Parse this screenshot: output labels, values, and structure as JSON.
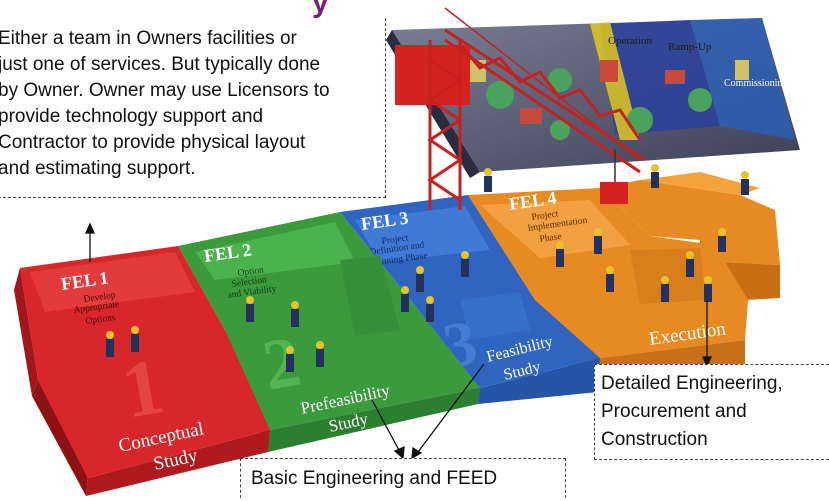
{
  "title_fragment": "y",
  "callouts": {
    "top": [
      "Either a team in Owners facilities or",
      "just one of services. But typically done",
      "by Owner. Owner may use Licensors to",
      "provide technology support and",
      "Contractor to provide physical layout",
      "and estimating support."
    ],
    "right": [
      "Detailed Engineering,",
      "Procurement and",
      "Construction"
    ],
    "bottom": "Basic Engineering and FEED"
  },
  "stages": [
    {
      "fel": "FEL 1",
      "desc": [
        "Develop",
        "Appropriate",
        "Options"
      ],
      "number": "1",
      "phase": [
        "Conceptual",
        "Study"
      ],
      "color": "#d8272b"
    },
    {
      "fel": "FEL 2",
      "desc": [
        "Option",
        "Selection",
        "and Viability"
      ],
      "number": "2",
      "phase": [
        "Prefeasibility",
        "Study"
      ],
      "color": "#3a9a3c"
    },
    {
      "fel": "FEL 3",
      "desc": [
        "Project",
        "Definition and",
        "Planning Phase"
      ],
      "number": "3",
      "phase": [
        "Feasibility",
        "Study"
      ],
      "color": "#2f65c0"
    },
    {
      "fel": "FEL 4",
      "desc": [
        "Project",
        "Implementation",
        "Phase"
      ],
      "phase": [
        "Execution"
      ],
      "color": "#e88a22"
    }
  ],
  "plant_labels": [
    "Operation",
    "Ramp-Up",
    "Commissioning"
  ]
}
